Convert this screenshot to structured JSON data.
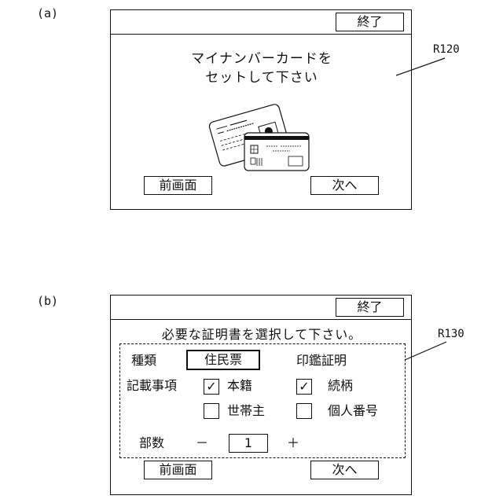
{
  "figure_a": {
    "label": "(a)",
    "close_label": "終了",
    "message_line1": "マイナンバーカードを",
    "message_line2": "セットして下さい",
    "back_label": "前画面",
    "next_label": "次へ",
    "ref_label": "R120"
  },
  "figure_b": {
    "label": "(b)",
    "close_label": "終了",
    "instruction": "必要な証明書を選択して下さい。",
    "type_label": "種類",
    "type_value": "住民票",
    "seal_label": "印鑑証明",
    "items_label": "記載事項",
    "options": [
      {
        "label": "本籍",
        "checked": true,
        "mark": "✓"
      },
      {
        "label": "続柄",
        "checked": true,
        "mark": "✓"
      },
      {
        "label": "世帯主",
        "checked": false,
        "mark": ""
      },
      {
        "label": "個人番号",
        "checked": false,
        "mark": ""
      }
    ],
    "copies_label": "部数",
    "minus_label": "－",
    "copies_value": "1",
    "plus_label": "＋",
    "back_label": "前画面",
    "next_label": "次へ",
    "ref_label": "R130"
  }
}
